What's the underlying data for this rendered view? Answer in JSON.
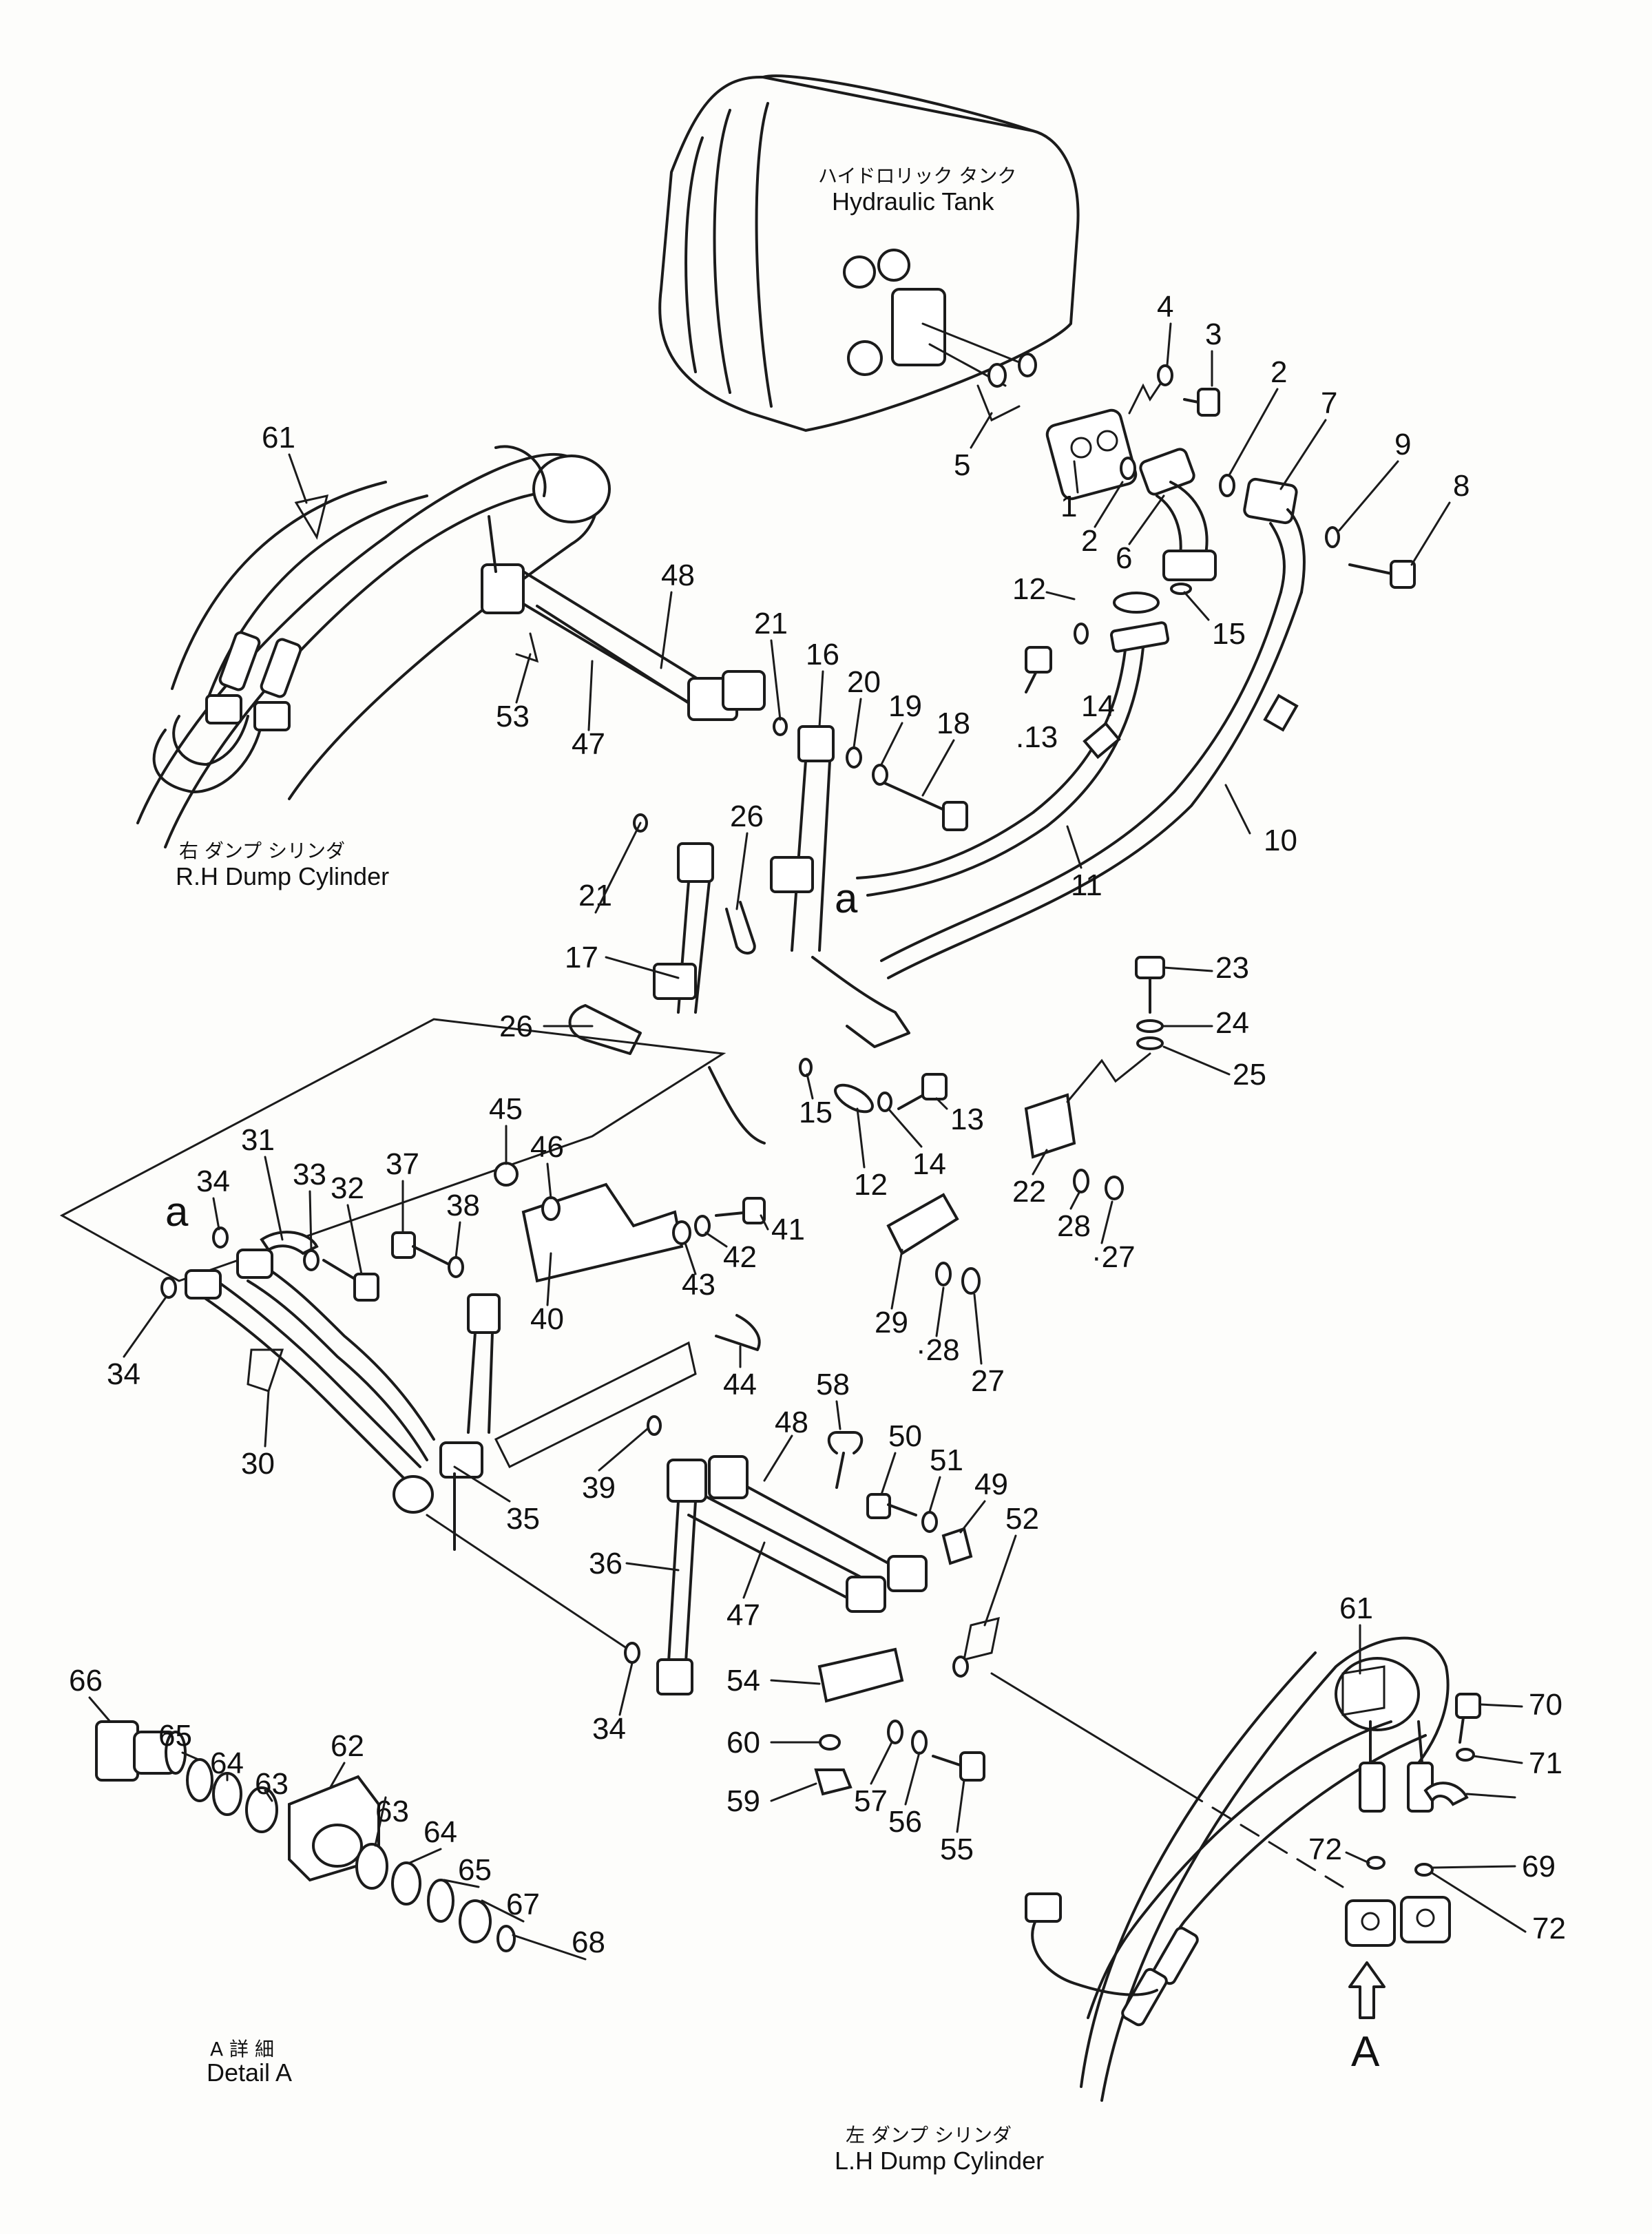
{
  "labels": {
    "tank_jp": "ハイドロリック タンク",
    "tank_en": "Hydraulic Tank",
    "rh_jp": "右 ダンプ シリンダ",
    "rh_en": "R.H Dump Cylinder",
    "lh_jp": "左 ダンプ シリンダ",
    "lh_en": "L.H Dump Cylinder",
    "detail_jp": "A 詳 細",
    "detail_en": "Detail A",
    "view_a": "A",
    "ref_a": "a"
  },
  "part_numbers": [
    {
      "id": "p4",
      "text": "4"
    },
    {
      "id": "p3",
      "text": "3"
    },
    {
      "id": "p2a",
      "text": "2"
    },
    {
      "id": "p7",
      "text": "7"
    },
    {
      "id": "p9",
      "text": "9"
    },
    {
      "id": "p8",
      "text": "8"
    },
    {
      "id": "p5",
      "text": "5"
    },
    {
      "id": "p1",
      "text": "1"
    },
    {
      "id": "p2b",
      "text": "2"
    },
    {
      "id": "p6",
      "text": "6"
    },
    {
      "id": "p61a",
      "text": "61"
    },
    {
      "id": "p48a",
      "text": "48"
    },
    {
      "id": "p12a",
      "text": "12"
    },
    {
      "id": "p15a",
      "text": "15"
    },
    {
      "id": "p21a",
      "text": "21"
    },
    {
      "id": "p16",
      "text": "16"
    },
    {
      "id": "p20",
      "text": "20"
    },
    {
      "id": "p19",
      "text": "19"
    },
    {
      "id": "p18",
      "text": "18"
    },
    {
      "id": "p13a",
      "text": ".13"
    },
    {
      "id": "p14a",
      "text": "14"
    },
    {
      "id": "p53",
      "text": "53"
    },
    {
      "id": "p47a",
      "text": "47"
    },
    {
      "id": "p10",
      "text": "10"
    },
    {
      "id": "p11",
      "text": "11"
    },
    {
      "id": "p26a",
      "text": "26"
    },
    {
      "id": "p21b",
      "text": "21"
    },
    {
      "id": "p17",
      "text": "17"
    },
    {
      "id": "p23",
      "text": "23"
    },
    {
      "id": "p24",
      "text": "24"
    },
    {
      "id": "p25",
      "text": "25"
    },
    {
      "id": "p26b",
      "text": "26"
    },
    {
      "id": "p45",
      "text": "45"
    },
    {
      "id": "p46",
      "text": "46"
    },
    {
      "id": "p15b",
      "text": "15"
    },
    {
      "id": "p13b",
      "text": "13"
    },
    {
      "id": "p14b",
      "text": "14"
    },
    {
      "id": "p12b",
      "text": "12"
    },
    {
      "id": "p22",
      "text": "22"
    },
    {
      "id": "p28a",
      "text": "28"
    },
    {
      "id": "p27a",
      "text": "·27"
    },
    {
      "id": "p31",
      "text": "31"
    },
    {
      "id": "p33",
      "text": "33"
    },
    {
      "id": "p37",
      "text": "37"
    },
    {
      "id": "p34a",
      "text": "34"
    },
    {
      "id": "p32",
      "text": "32"
    },
    {
      "id": "p38",
      "text": "38"
    },
    {
      "id": "p41",
      "text": "41"
    },
    {
      "id": "p42",
      "text": "42"
    },
    {
      "id": "p40",
      "text": "40"
    },
    {
      "id": "p43",
      "text": "43"
    },
    {
      "id": "p29",
      "text": "29"
    },
    {
      "id": "p28b",
      "text": "·28"
    },
    {
      "id": "p27b",
      "text": "27"
    },
    {
      "id": "p34b",
      "text": "34"
    },
    {
      "id": "p44",
      "text": "44"
    },
    {
      "id": "p58",
      "text": "58"
    },
    {
      "id": "p30",
      "text": "30"
    },
    {
      "id": "p39",
      "text": "39"
    },
    {
      "id": "p48b",
      "text": "48"
    },
    {
      "id": "p50",
      "text": "50"
    },
    {
      "id": "p51",
      "text": "51"
    },
    {
      "id": "p49",
      "text": "49"
    },
    {
      "id": "p35",
      "text": "35"
    },
    {
      "id": "p52",
      "text": "52"
    },
    {
      "id": "p36",
      "text": "36"
    },
    {
      "id": "p47b",
      "text": "47"
    },
    {
      "id": "p61b",
      "text": "61"
    },
    {
      "id": "p66",
      "text": "66"
    },
    {
      "id": "p34c",
      "text": "34"
    },
    {
      "id": "p54",
      "text": "54"
    },
    {
      "id": "p70",
      "text": "70"
    },
    {
      "id": "p65a",
      "text": "65"
    },
    {
      "id": "p64a",
      "text": "64"
    },
    {
      "id": "p63a",
      "text": "63"
    },
    {
      "id": "p60",
      "text": "60"
    },
    {
      "id": "p71",
      "text": "71"
    },
    {
      "id": "p62",
      "text": "62"
    },
    {
      "id": "p59",
      "text": "59"
    },
    {
      "id": "p57",
      "text": "57"
    },
    {
      "id": "p56",
      "text": "56"
    },
    {
      "id": "p55",
      "text": "55"
    },
    {
      "id": "p63b",
      "text": "63"
    },
    {
      "id": "p72a",
      "text": "72"
    },
    {
      "id": "p69",
      "text": "69"
    },
    {
      "id": "p64b",
      "text": "64"
    },
    {
      "id": "p65b",
      "text": "65"
    },
    {
      "id": "p72b",
      "text": "72"
    },
    {
      "id": "p67",
      "text": "67"
    },
    {
      "id": "p68",
      "text": "68"
    }
  ]
}
